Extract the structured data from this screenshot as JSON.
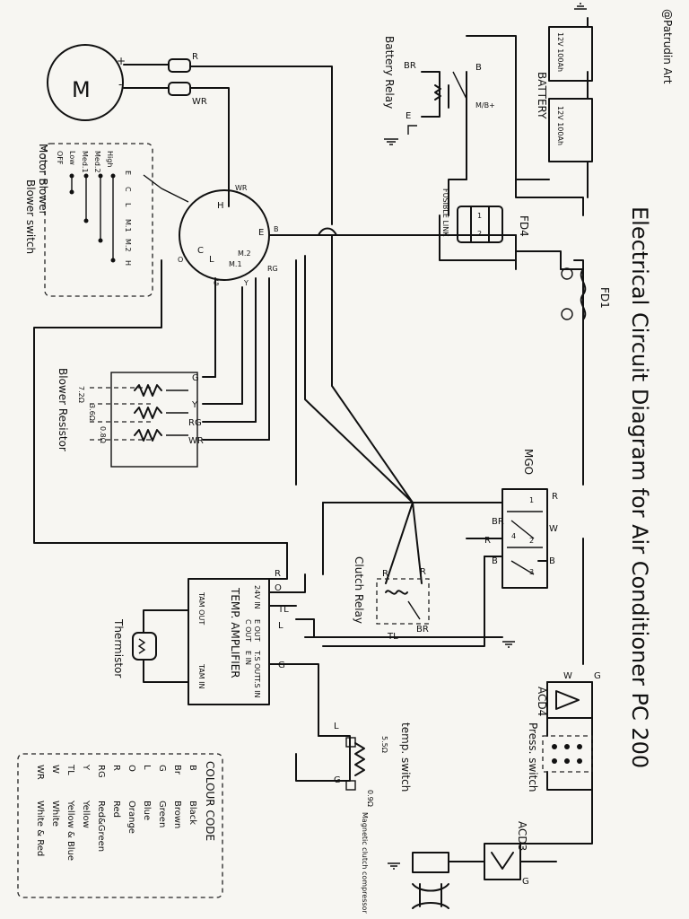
{
  "diagram": {
    "title": "Electrical Circuit Diagram for Air Conditioner PC 200",
    "signature": "@Patrudin Art"
  },
  "components": {
    "motor_blower": "Motor Blower",
    "motor_symbol": "M",
    "motor_plus": "+",
    "motor_minus": "-",
    "blower_switch": "Blower switch",
    "blower_resistor": "Blower Resistor",
    "battery": "BATTERY",
    "battery_cell": "12V 100Ah",
    "battery_relay": "Battery Relay",
    "fusible_link": "FUSIBLE LINK",
    "fd4": "FD4",
    "fd1": "FD1",
    "mgo": "MGO",
    "clutch_relay": "Clutch Relay",
    "temp_amplifier": "TEMP. AMPLIFIER",
    "thermistor": "Thermistor",
    "temp_switch": "temp. switch",
    "press_switch": "Press. switch",
    "acd4": "ACD4",
    "acd3": "ACD3",
    "magnetic_clutch": "Magnetic clutch compressor"
  },
  "switch_positions": [
    "OFF",
    "Low",
    "Med.1",
    "Med.2",
    "High"
  ],
  "switch_terminals": [
    "E",
    "C",
    "L",
    "M.1",
    "M.2",
    "H"
  ],
  "resistor_values": [
    "7.2Ω",
    "3.6Ω",
    "0.8Ω"
  ],
  "temp_switch_values": [
    "5.5Ω",
    "0.9Ω"
  ],
  "amplifier_terminals": [
    "24V IN",
    "E OUT",
    "C OUT",
    "E IN",
    "T.S OUT",
    "T.S IN"
  ],
  "amplifier_sensor": [
    "TAM OUT",
    "TAM IN"
  ],
  "wire_codes": {
    "r": "R",
    "wr": "WR",
    "b": "B",
    "br": "BR",
    "e": "E",
    "m8": "M/B+",
    "h": "H",
    "m2": "M.2",
    "m1": "M.1",
    "l": "L",
    "c": "C",
    "o": "O",
    "g": "G",
    "y": "Y",
    "rg": "RG",
    "tl": "TL",
    "w": "W",
    "n1": "1",
    "n2": "2",
    "n3": "3",
    "n4": "4"
  },
  "colour_code": {
    "title": "COLOUR CODE",
    "entries": [
      {
        "code": "B",
        "name": "Black"
      },
      {
        "code": "Br",
        "name": "Brown"
      },
      {
        "code": "G",
        "name": "Green"
      },
      {
        "code": "L",
        "name": "Blue"
      },
      {
        "code": "O",
        "name": "Orange"
      },
      {
        "code": "R",
        "name": "Red"
      },
      {
        "code": "RG",
        "name": "Red&Green"
      },
      {
        "code": "Y",
        "name": "Yellow"
      },
      {
        "code": "TL",
        "name": "Yellow & Blue"
      },
      {
        "code": "W",
        "name": "White"
      },
      {
        "code": "WR",
        "name": "White & Red"
      }
    ]
  },
  "colors": {
    "ink": "#111111",
    "paper": "#f7f6f2"
  }
}
